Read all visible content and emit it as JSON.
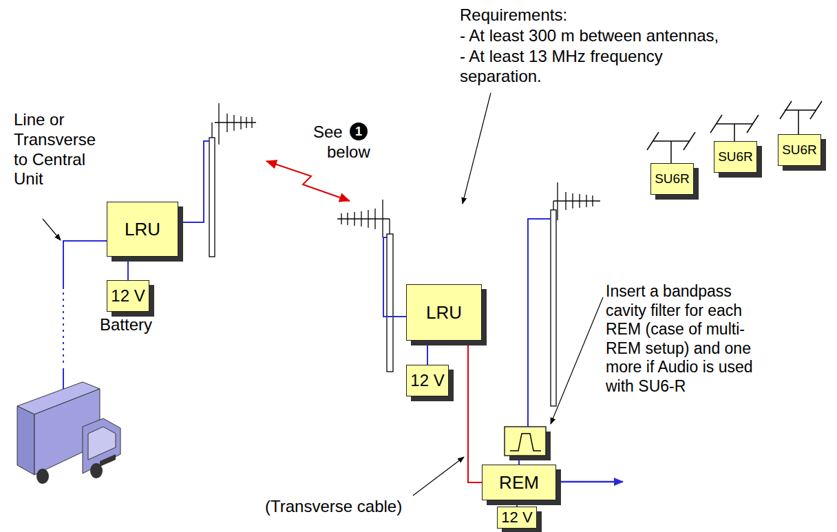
{
  "diagram": {
    "nodes": [
      {
        "text": [
          "LRU"
        ]
      },
      {
        "text": [
          "12 V"
        ]
      },
      {
        "text": [
          "LRU"
        ]
      },
      {
        "text": [
          "12 V"
        ]
      },
      {
        "text": [
          "SU6R"
        ]
      },
      {
        "text": [
          "SU6R"
        ]
      },
      {
        "text": [
          "SU6R"
        ]
      },
      {
        "text": [
          "REM"
        ]
      },
      {
        "text": [
          "12 V"
        ]
      }
    ],
    "edges": [
      {
        "from": 0,
        "to": 1,
        "arrow": "none"
      },
      {
        "from": 2,
        "to": 3,
        "arrow": "none"
      },
      {
        "from": 2,
        "to": 7,
        "arrow": "none"
      },
      {
        "from": 7,
        "to": 8,
        "arrow": "none"
      }
    ],
    "labels": [
      "Line or Transverse to Central Unit",
      "Battery",
      "See",
      "1",
      "below",
      "Requirements:",
      "- At least 300 m between antennas,",
      "- At least 13 MHz frequency separation.",
      "Insert a bandpass cavity filter for each REM (case of multi-REM setup) and one more if Audio is used with SU6-R",
      "(Transverse cable)"
    ]
  }
}
